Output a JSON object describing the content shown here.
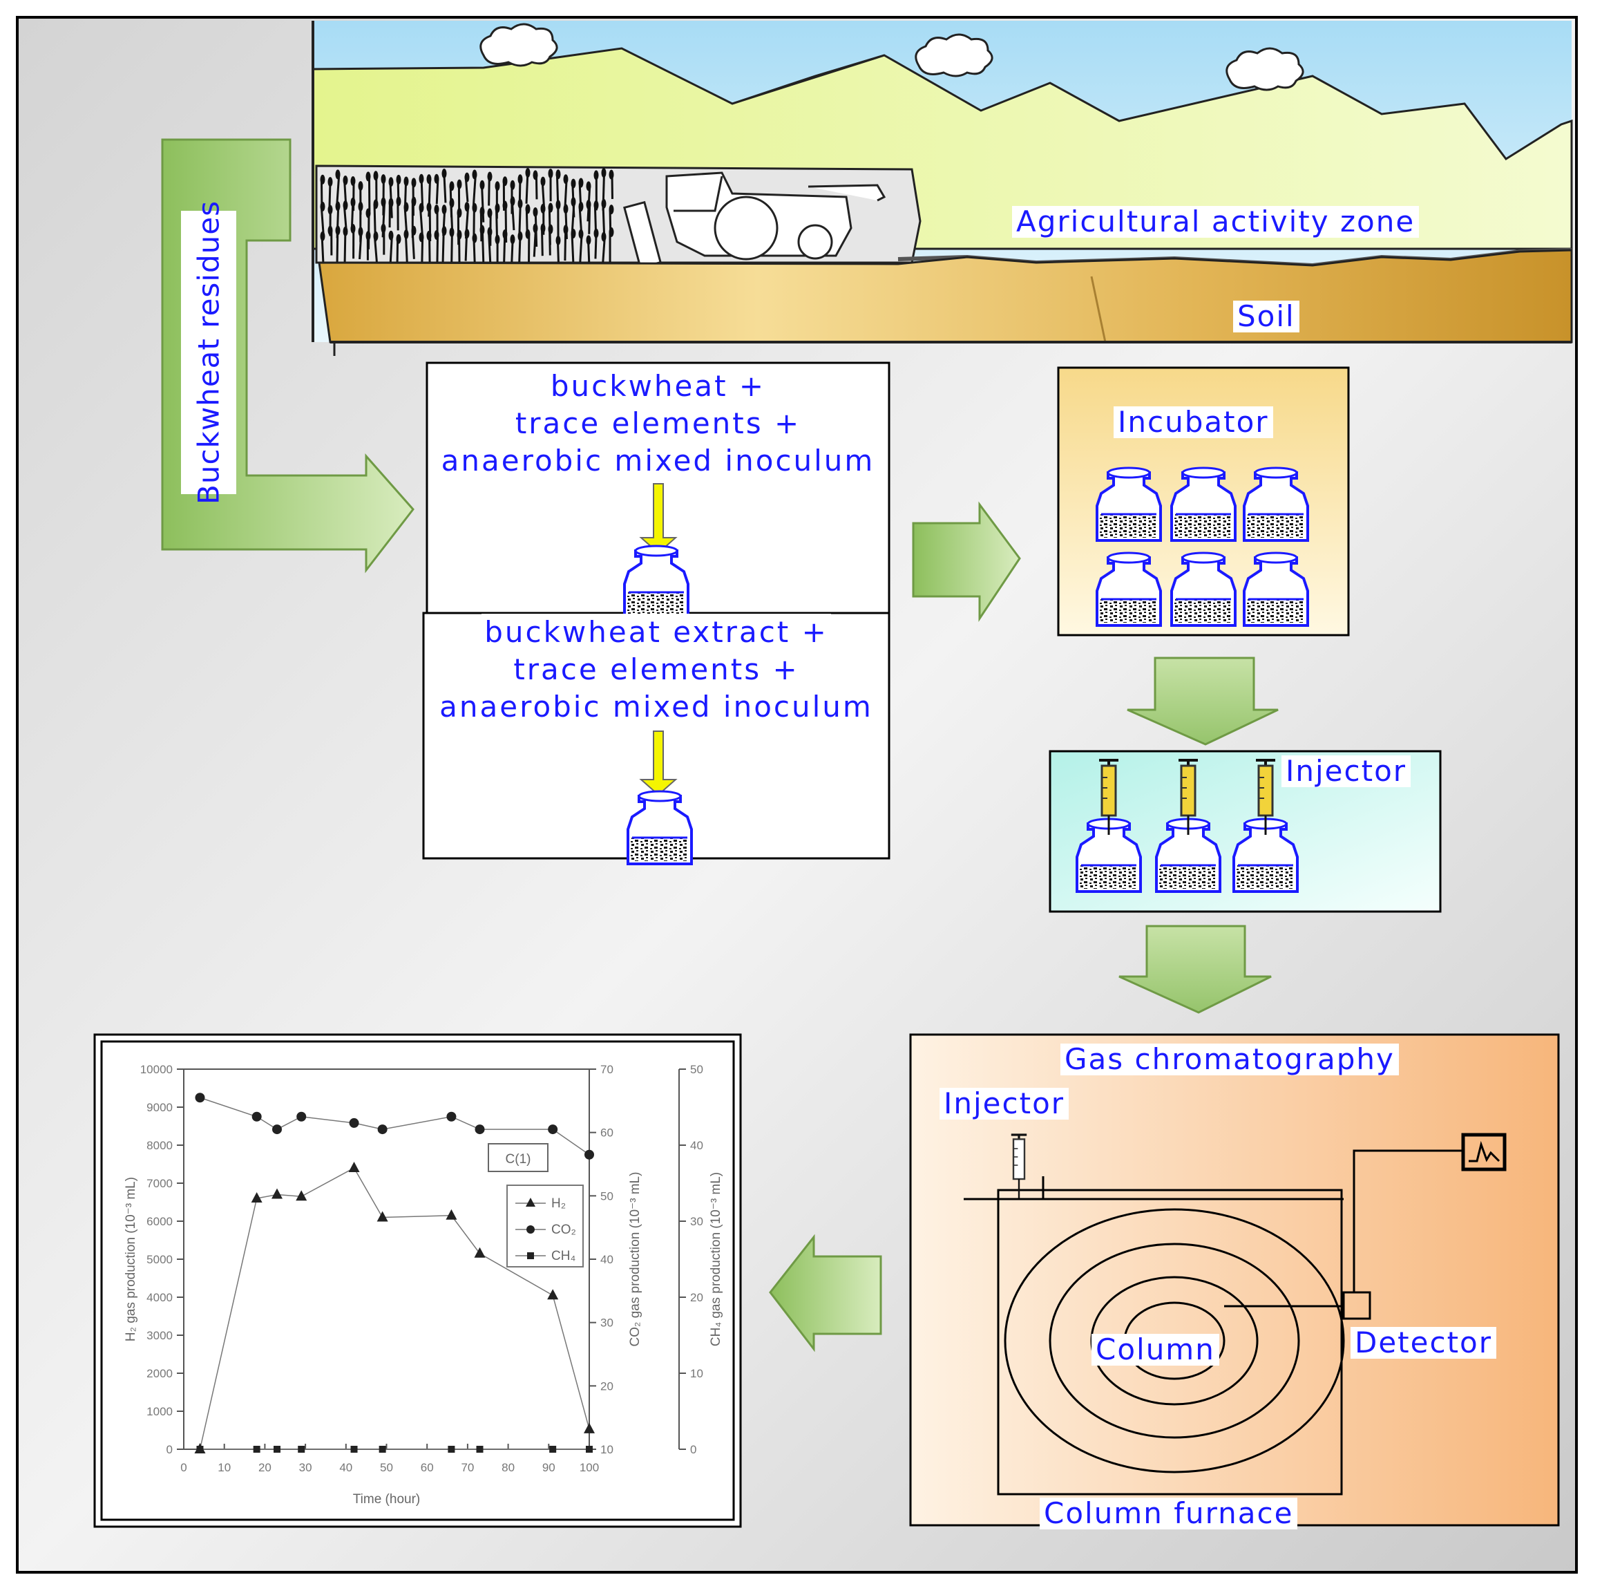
{
  "labels": {
    "residues": "Buckwheat residues",
    "agri_zone": "Agricultural activity zone",
    "soil": "Soil",
    "box1_lines": [
      "buckwheat +",
      "trace elements +",
      "anaerobic mixed inoculum"
    ],
    "box2_lines": [
      "buckwheat extract +",
      "trace elements +",
      "anaerobic mixed inoculum"
    ],
    "incubator": "Incubator",
    "injector_box": "Injector",
    "gc_title": "Gas chromatography",
    "gc_injector": "Injector",
    "column": "Column",
    "detector": "Detector",
    "column_furnace": "Column furnace"
  },
  "colors": {
    "label_text": "#1a1aff",
    "arrow_fill": "#a6cc7a",
    "sky": "#bfe6f7",
    "hills": "#e8f5a8",
    "soil": "#e0b455"
  },
  "chart_data": {
    "type": "line",
    "panel_label": "C(1)",
    "xlabel": "Time (hour)",
    "xlim": [
      0,
      100
    ],
    "x_ticks": [
      "0",
      "10",
      "20",
      "30",
      "40",
      "50",
      "60",
      "70",
      "80",
      "90",
      "100"
    ],
    "axes": [
      {
        "id": "h2",
        "label": "H₂ gas production (10⁻³ mL)",
        "ylim": [
          0,
          10000
        ],
        "ticks": [
          "0",
          "1000",
          "2000",
          "3000",
          "4000",
          "5000",
          "6000",
          "7000",
          "8000",
          "9000",
          "10000"
        ]
      },
      {
        "id": "co2",
        "label": "CO₂ gas production (10⁻³ mL)",
        "ylim": [
          10,
          70
        ],
        "ticks": [
          "10",
          "20",
          "30",
          "40",
          "50",
          "60",
          "70"
        ]
      },
      {
        "id": "ch4",
        "label": "CH₄ gas production (10⁻³ mL)",
        "ylim": [
          0,
          50
        ],
        "ticks": [
          "0",
          "10",
          "20",
          "30",
          "40",
          "50"
        ]
      }
    ],
    "series": [
      {
        "name": "H₂",
        "marker": "triangle",
        "axis": "h2",
        "x": [
          4,
          18,
          23,
          29,
          42,
          49,
          66,
          73,
          91,
          100
        ],
        "y": [
          0,
          6600,
          6700,
          6650,
          7400,
          6100,
          6150,
          5150,
          4050,
          530
        ]
      },
      {
        "name": "CO₂",
        "marker": "circle",
        "axis": "co2",
        "x": [
          4,
          18,
          23,
          29,
          42,
          49,
          66,
          73,
          91,
          100
        ],
        "y": [
          65.5,
          62.5,
          60.5,
          62.5,
          61.5,
          60.5,
          62.5,
          60.5,
          60.5,
          56.5
        ]
      },
      {
        "name": "CH₄",
        "marker": "square",
        "axis": "ch4",
        "x": [
          4,
          18,
          23,
          29,
          42,
          49,
          66,
          73,
          91,
          100
        ],
        "y": [
          0,
          0,
          0,
          0,
          0,
          0,
          0,
          0,
          0,
          0
        ]
      }
    ]
  }
}
